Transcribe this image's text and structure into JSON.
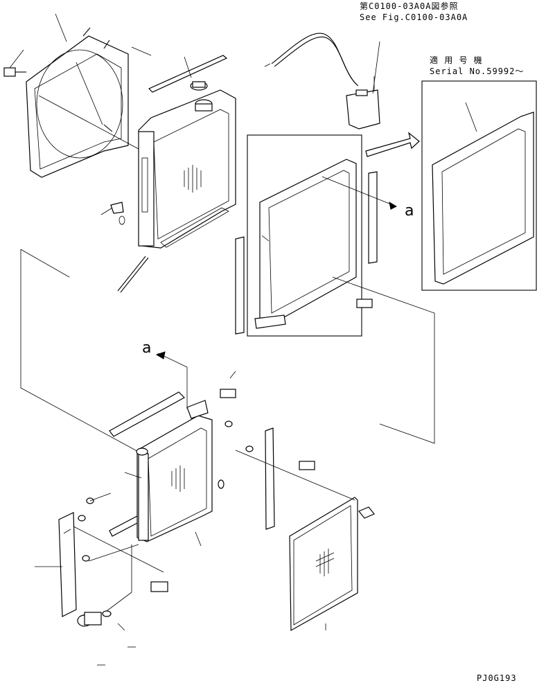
{
  "references": {
    "fig_ref_jp": "第C0100-03A0A図参照",
    "fig_ref_en": "See Fig.C0100-03A0A"
  },
  "applicability": {
    "title_jp": "適 用 号 機",
    "serial": "Serial No.59992～"
  },
  "callouts": {
    "view_a_top": "a",
    "view_a_bottom": "a"
  },
  "drawing_code": "PJ0G193"
}
